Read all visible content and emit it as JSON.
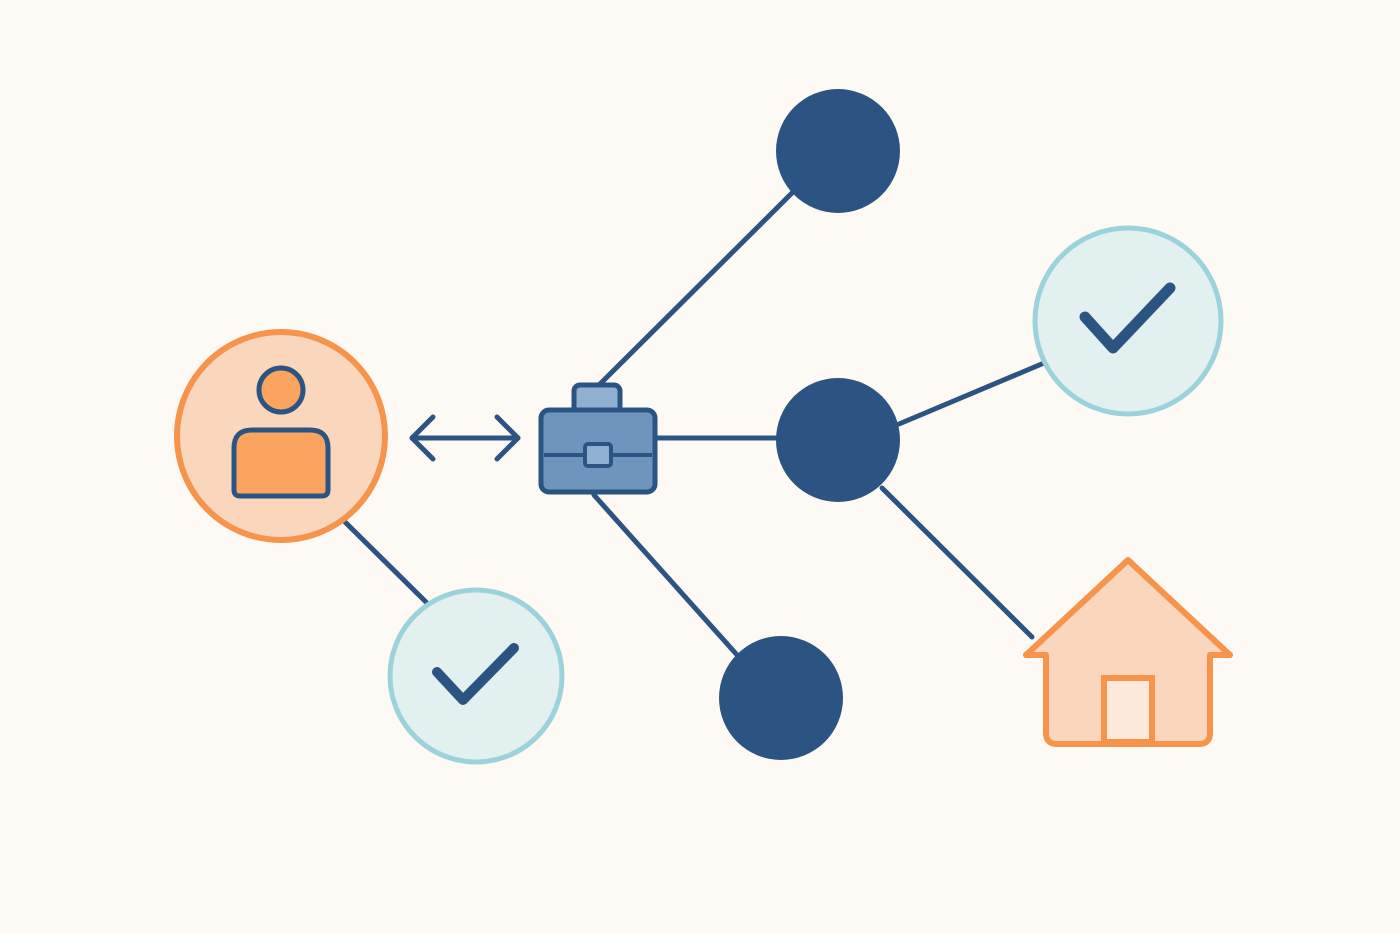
{
  "colors": {
    "background": "#FDF9F4",
    "navy": "#2C5482",
    "orange": "#F5944A",
    "orange_fill": "#FAD6BC",
    "orange_body": "#FBA460",
    "teal_stroke": "#9CD2DB",
    "teal_fill": "#E3F0F0",
    "briefcase_fill": "#6E96BD",
    "briefcase_light": "#8FB0D0",
    "door_fill": "#FCE9DC"
  },
  "nodes": [
    {
      "id": "person",
      "icon": "person-icon",
      "label": ""
    },
    {
      "id": "check-left",
      "icon": "checkmark-icon",
      "label": ""
    },
    {
      "id": "briefcase",
      "icon": "briefcase-icon",
      "label": ""
    },
    {
      "id": "hub-top",
      "icon": "dot",
      "label": ""
    },
    {
      "id": "hub-middle",
      "icon": "dot",
      "label": ""
    },
    {
      "id": "hub-bottom",
      "icon": "dot",
      "label": ""
    },
    {
      "id": "check-right",
      "icon": "checkmark-icon",
      "label": ""
    },
    {
      "id": "house",
      "icon": "house-icon",
      "label": ""
    }
  ],
  "edges": [
    {
      "from": "person",
      "to": "briefcase",
      "style": "double-arrow"
    },
    {
      "from": "person",
      "to": "check-left",
      "style": "line"
    },
    {
      "from": "briefcase",
      "to": "hub-top",
      "style": "line"
    },
    {
      "from": "briefcase",
      "to": "hub-middle",
      "style": "line"
    },
    {
      "from": "briefcase",
      "to": "hub-bottom",
      "style": "line"
    },
    {
      "from": "hub-middle",
      "to": "check-right",
      "style": "line"
    },
    {
      "from": "hub-middle",
      "to": "house",
      "style": "line"
    }
  ]
}
